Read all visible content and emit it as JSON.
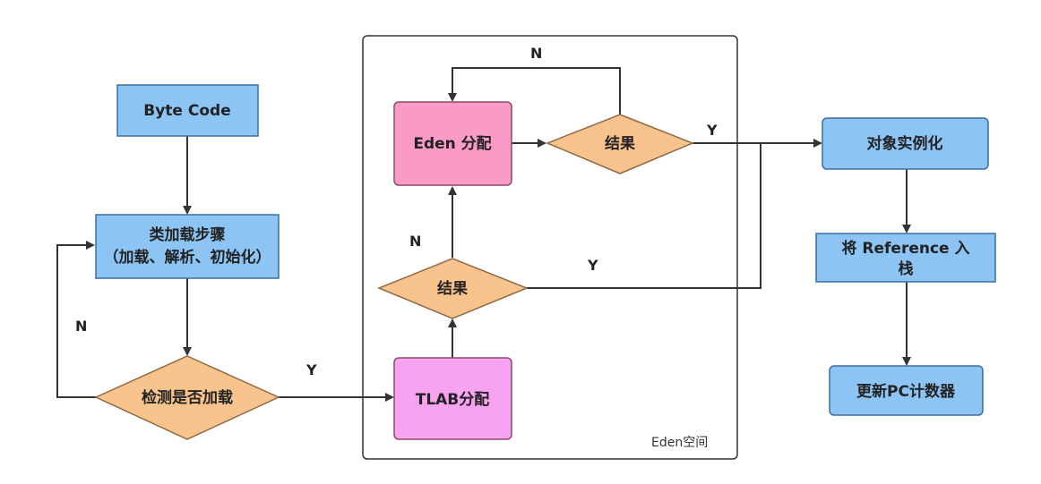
{
  "colors": {
    "blue_box": "#8cc4f4",
    "blue_border": "#3b6f9e",
    "pink_box": "#f99bc6",
    "magenta_box": "#f7a3f2",
    "pink_border": "#8a4a6a",
    "diamond_fill": "#f8c38c",
    "diamond_border": "#8f6a45",
    "edge": "#333333",
    "region_border": "#333333"
  },
  "region": {
    "label": "Eden空间"
  },
  "nodes": {
    "byte_code": {
      "label": "Byte Code"
    },
    "class_load_line1": {
      "label": "类加载步骤"
    },
    "class_load_line2": {
      "label": "（加载、解析、初始化）"
    },
    "check_loaded": {
      "label": "检测是否加载"
    },
    "tlab_alloc": {
      "label": "TLAB分配"
    },
    "result_lower": {
      "label": "结果"
    },
    "eden_alloc": {
      "label": "Eden 分配"
    },
    "result_upper": {
      "label": "结果"
    },
    "instantiate": {
      "label": "对象实例化"
    },
    "push_ref_line1": {
      "label": "将 Reference 入"
    },
    "push_ref_line2": {
      "label": "栈"
    },
    "update_pc": {
      "label": "更新PC计数器"
    }
  },
  "edge_labels": {
    "check_no": "N",
    "check_yes": "Y",
    "lower_no": "N",
    "lower_yes": "Y",
    "upper_no": "N",
    "upper_yes": "Y"
  }
}
